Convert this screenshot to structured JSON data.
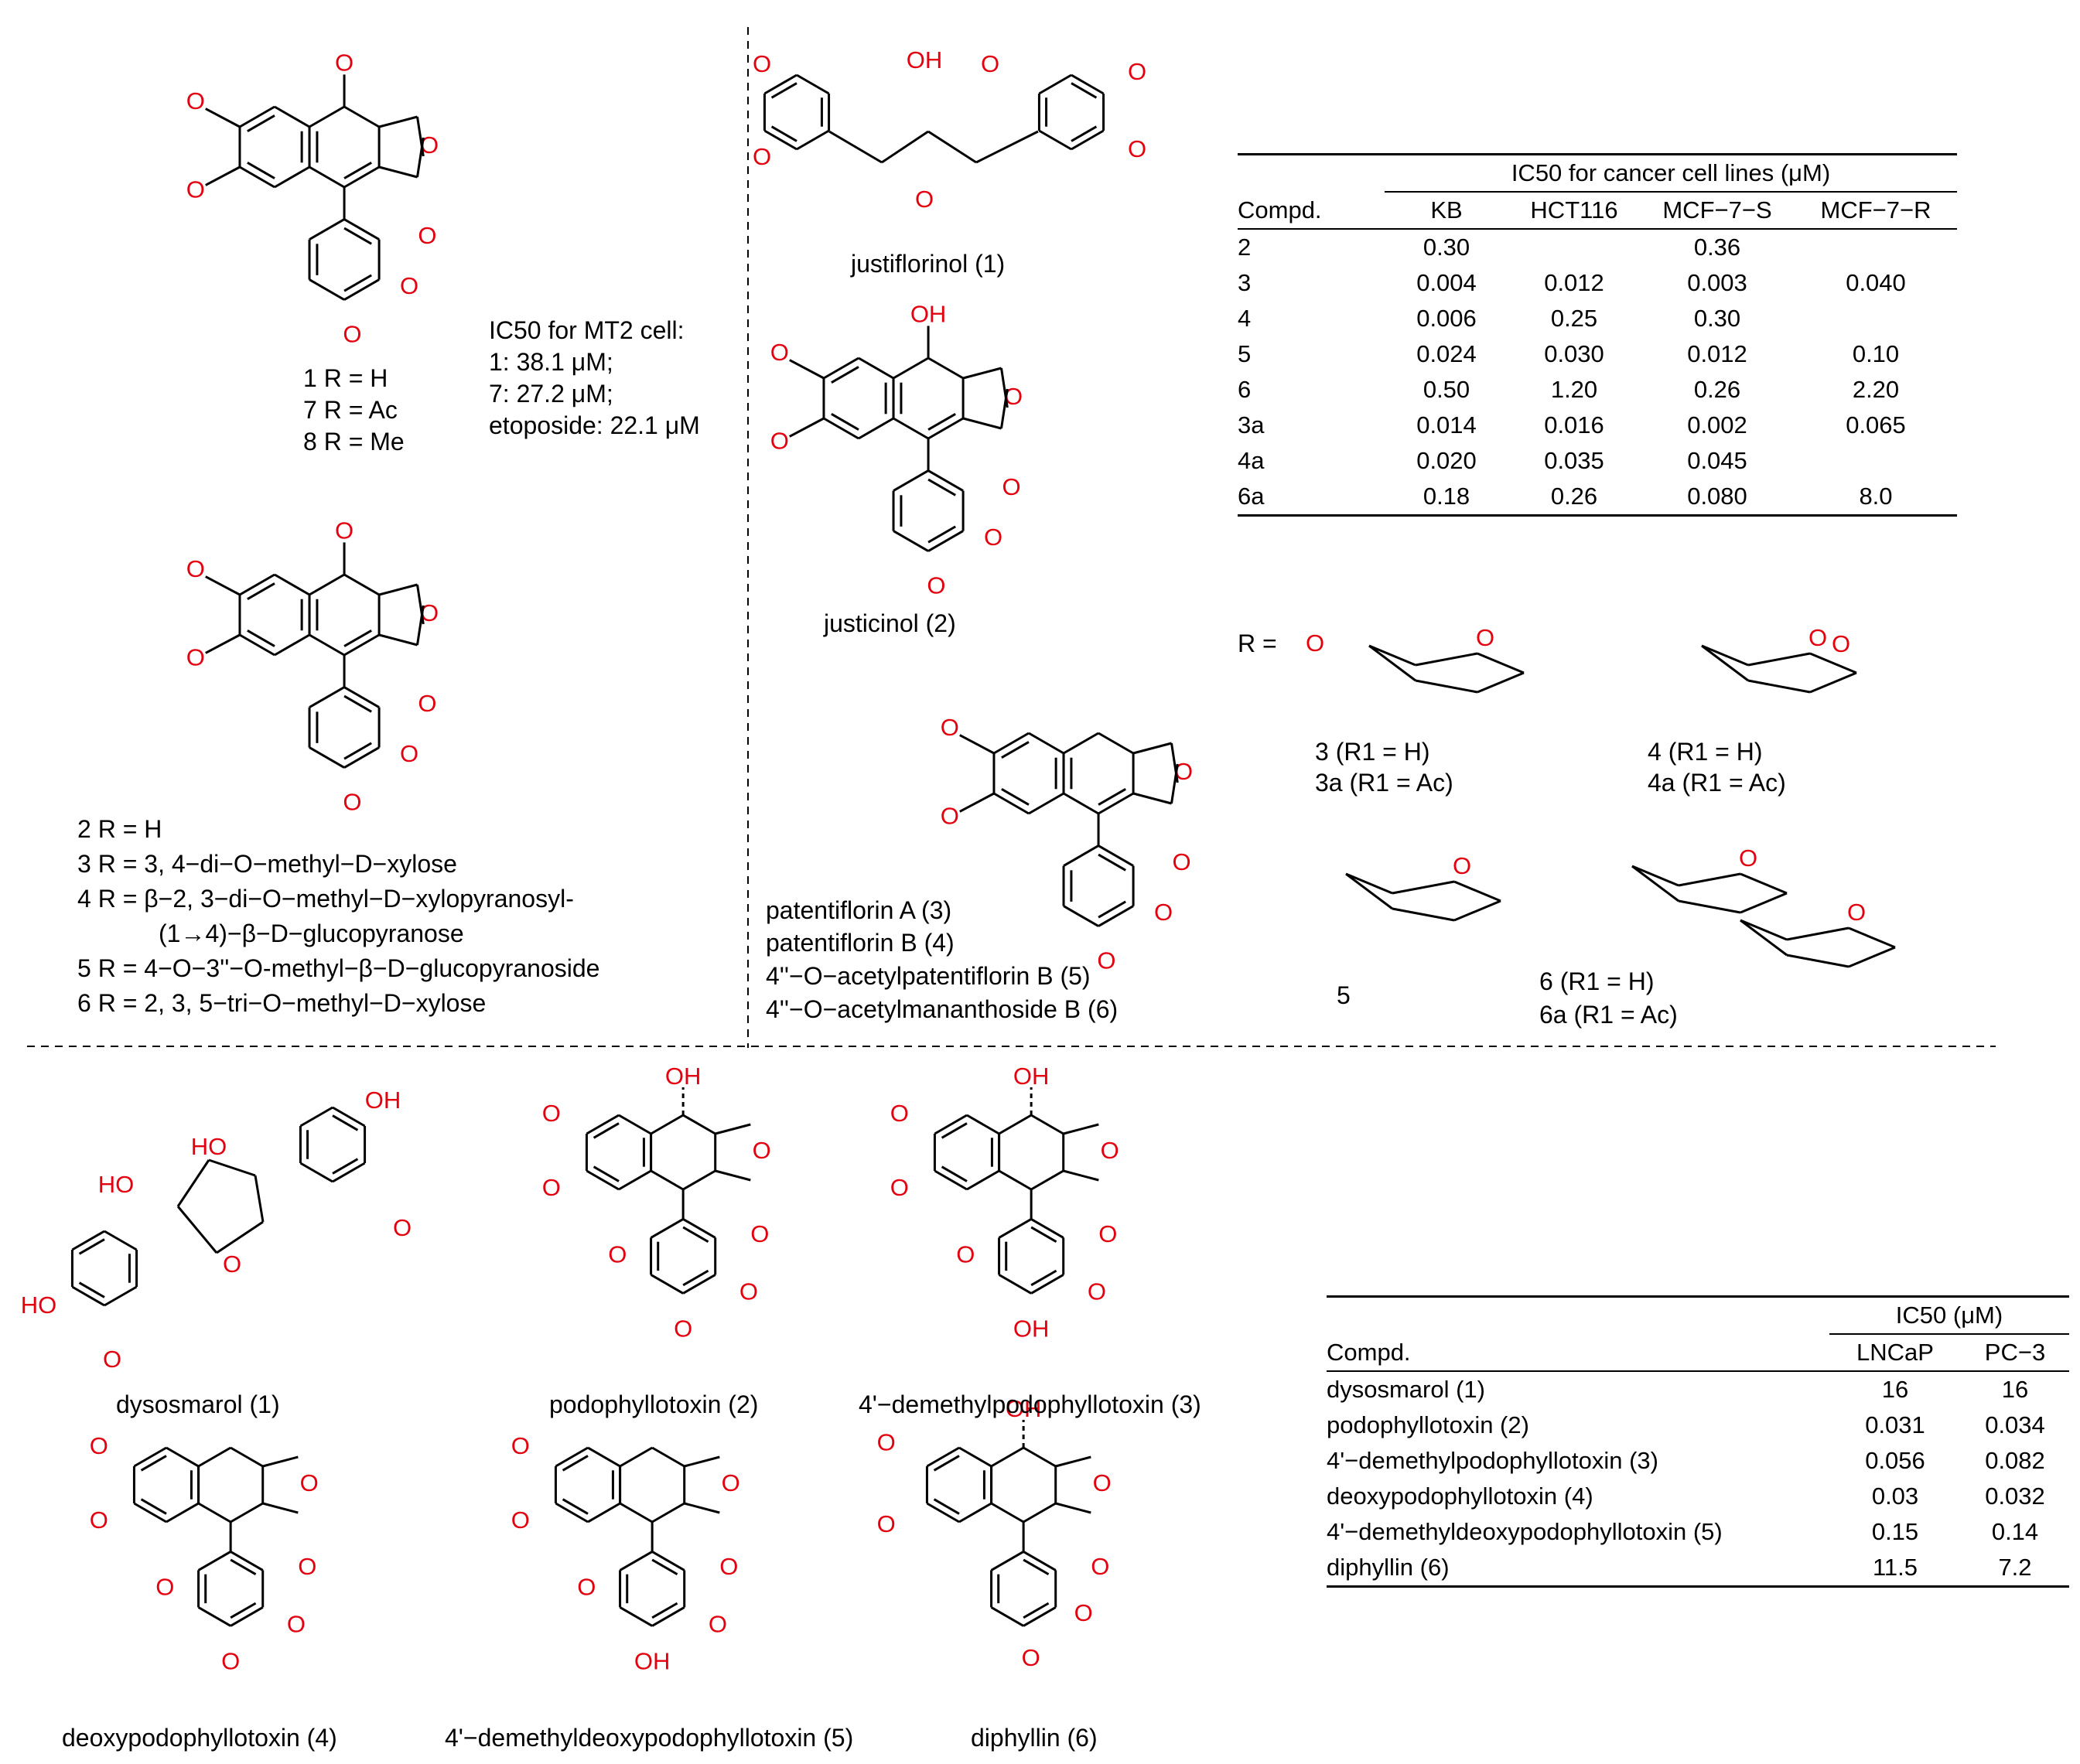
{
  "colors": {
    "heteroatom": "#e3000f",
    "bond": "#000000",
    "text": "#000000"
  },
  "panel_a": {
    "compound_1_7_8": [
      "1  R = H",
      "7  R = Ac",
      "8  R = Me"
    ],
    "ic50_header": "IC50  for MT2 cell:",
    "ic50_values": [
      "1: 38.1 μM;",
      "7: 27.2  μM;",
      "etoposide: 22.1 μM"
    ],
    "compound_2_6": [
      "2 R = H",
      "3 R = 3, 4−di−O−methyl−D−xylose",
      "4 R = β−2, 3−di−O−methyl−D−xylopyranosyl-",
      "(1→4)−β−D−glucopyranose",
      "5 R = 4−O−3''−O-methyl−β−D−glucopyranoside",
      "6 R = 2, 3, 5−tri−O−methyl−D−xylose"
    ]
  },
  "panel_b": {
    "structure_names": [
      "justiflorinol (1)",
      "justicinol (2)"
    ],
    "patentiflorin_names": [
      "patentiflorin A (3)",
      "patentiflorin B (4)",
      "4''−O−acetylpatentiflorin B (5)",
      "4''−O−acetylmananthoside B (6)"
    ],
    "sugar_labels": {
      "r_eq": "R =",
      "s3": [
        "3 (R1 = H)",
        "3a (R1 = Ac)"
      ],
      "s4": [
        "4 (R1 = H)",
        "4a (R1 = Ac)"
      ],
      "s5": "5",
      "s6": [
        "6 (R1 = H)",
        "6a (R1 = Ac)"
      ]
    },
    "table": {
      "group_header": "IC50 for cancer cell lines  (μM)",
      "columns": [
        "Compd.",
        "KB",
        "HCT116",
        "MCF−7−S",
        "MCF−7−R"
      ],
      "rows": [
        [
          "2",
          "0.30",
          "",
          "0.36",
          ""
        ],
        [
          "3",
          "0.004",
          "0.012",
          "0.003",
          "0.040"
        ],
        [
          "4",
          "0.006",
          "0.25",
          "0.30",
          ""
        ],
        [
          "5",
          "0.024",
          "0.030",
          "0.012",
          "0.10"
        ],
        [
          "6",
          "0.50",
          "1.20",
          "0.26",
          "2.20"
        ],
        [
          "3a",
          "0.014",
          "0.016",
          "0.002",
          "0.065"
        ],
        [
          "4a",
          "0.020",
          "0.035",
          "0.045",
          ""
        ],
        [
          "6a",
          "0.18",
          "0.26",
          "0.080",
          "8.0"
        ]
      ]
    }
  },
  "panel_c": {
    "structure_names": [
      "dysosmarol (1)",
      "podophyllotoxin (2)",
      "4'−demethylpodophyllotoxin (3)",
      "deoxypodophyllotoxin (4)",
      "4'−demethyldeoxypodophyllotoxin (5)",
      "diphyllin (6)"
    ],
    "table": {
      "group_header": "IC50 (μM)",
      "columns": [
        "Compd.",
        "LNCaP",
        "PC−3"
      ],
      "rows": [
        [
          "dysosmarol (1)",
          "16",
          "16"
        ],
        [
          "podophyllotoxin (2)",
          "0.031",
          "0.034"
        ],
        [
          "4'−demethylpodophyllotoxin (3)",
          "0.056",
          "0.082"
        ],
        [
          "deoxypodophyllotoxin (4)",
          "0.03",
          "0.032"
        ],
        [
          "4'−demethyldeoxypodophyllotoxin (5)",
          "0.15",
          "0.14"
        ],
        [
          "diphyllin (6)",
          "11.5",
          "7.2"
        ]
      ]
    }
  }
}
